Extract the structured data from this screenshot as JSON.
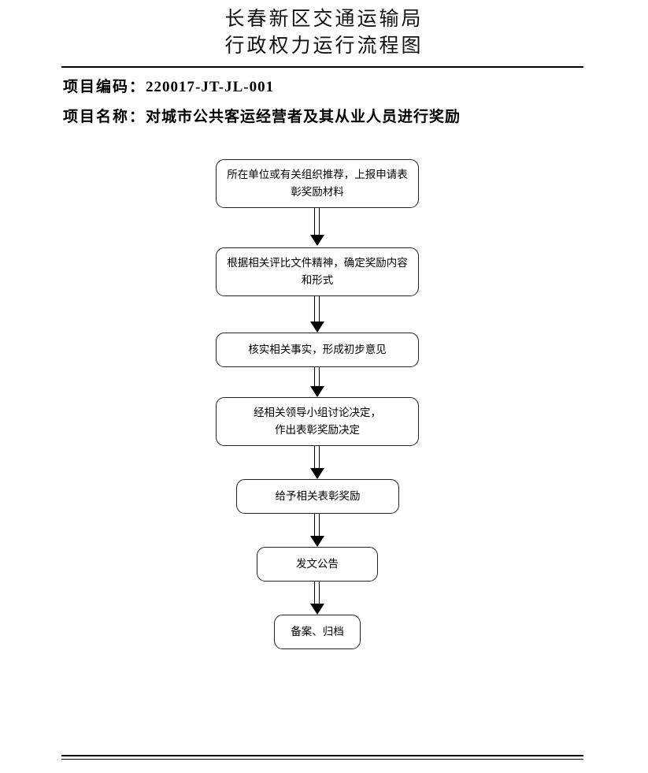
{
  "header": {
    "title_line1": "长春新区交通运输局",
    "title_line2": "行政权力运行流程图",
    "project_code_label": "项目编码：",
    "project_code_value": "220017-JT-JL-001",
    "project_name_label": "项目名称：",
    "project_name_value": "对城市公共客运经营者及其从业人员进行奖励"
  },
  "chart_data": {
    "type": "diagram",
    "title": "行政权力运行流程图",
    "orientation": "vertical",
    "shape": "rounded-rectangle",
    "connector": "double-line-arrow-down",
    "nodes": [
      {
        "id": 1,
        "text": "所在单位或有关组织推荐，上报申请表\n彰奖励材料"
      },
      {
        "id": 2,
        "text": "根据相关评比文件精神，确定奖励内容\n和形式"
      },
      {
        "id": 3,
        "text": "核实相关事实，形成初步意见"
      },
      {
        "id": 4,
        "text": "经相关领导小组讨论决定，\n作出表彰奖励决定"
      },
      {
        "id": 5,
        "text": "给予相关表彰奖励"
      },
      {
        "id": 6,
        "text": "发文公告"
      },
      {
        "id": 7,
        "text": "备案、归档"
      }
    ],
    "edges": [
      {
        "from": 1,
        "to": 2
      },
      {
        "from": 2,
        "to": 3
      },
      {
        "from": 3,
        "to": 4
      },
      {
        "from": 4,
        "to": 5
      },
      {
        "from": 5,
        "to": 6
      },
      {
        "from": 6,
        "to": 7
      }
    ]
  },
  "colors": {
    "text": "#000000",
    "border": "#222222",
    "background": "#ffffff"
  }
}
